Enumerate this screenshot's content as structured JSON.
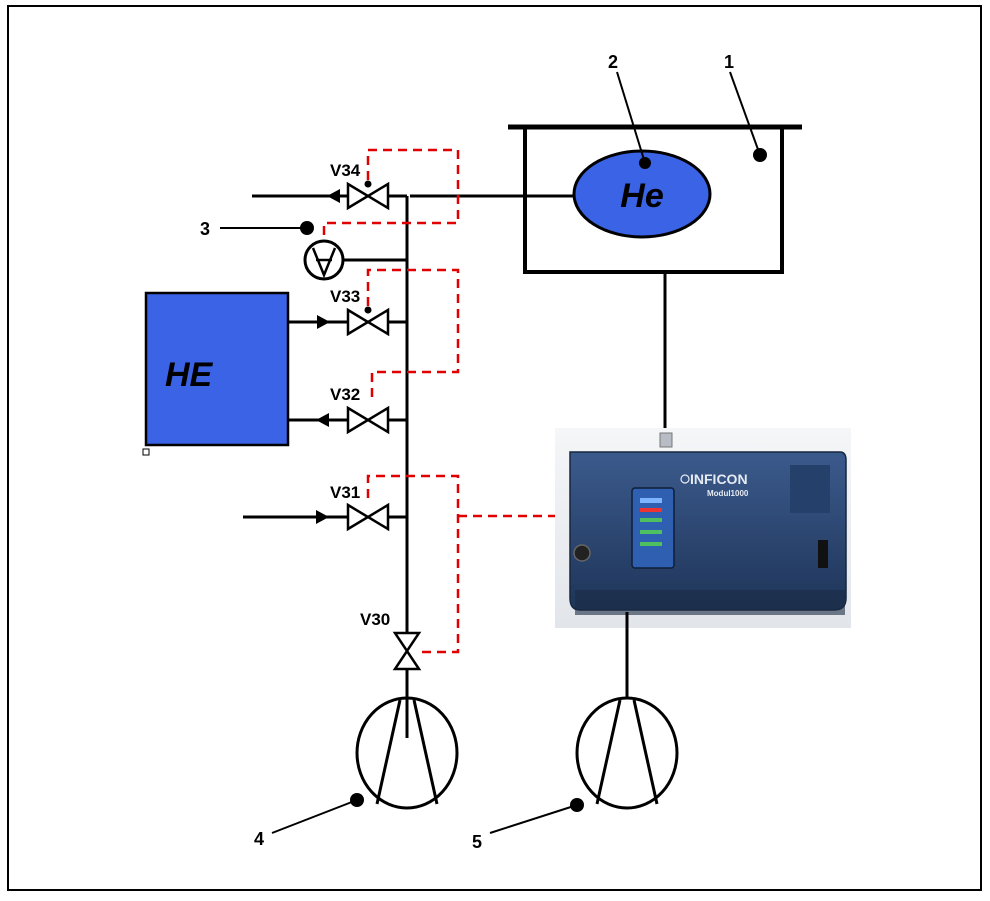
{
  "colors": {
    "line": "#000000",
    "signal": "#e00000",
    "component_fill": "#3a63e6",
    "device_body": "#2c4a78"
  },
  "callouts": [
    "1",
    "2",
    "3",
    "4",
    "5"
  ],
  "valves": {
    "v34": "V34",
    "v33": "V33",
    "v32": "V32",
    "v31": "V31",
    "v30": "V30"
  },
  "components": {
    "test_object": "He",
    "helium_source": "HE"
  },
  "device": {
    "brand": "INFICON",
    "model": "Modul1000"
  }
}
